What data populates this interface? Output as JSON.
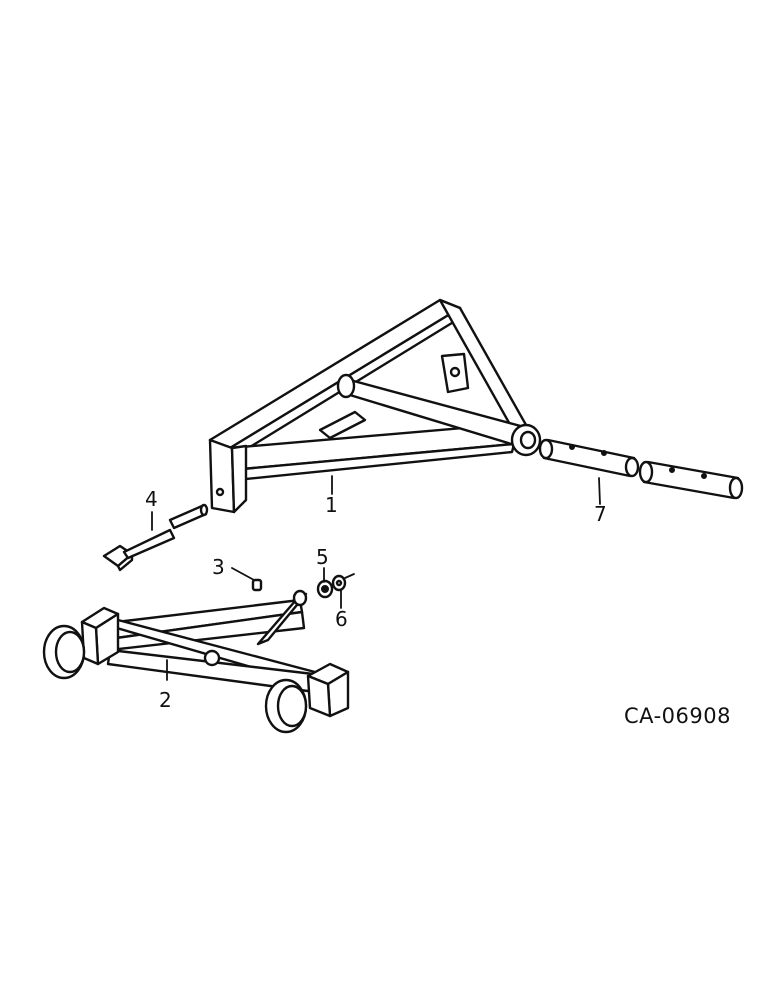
{
  "diagram": {
    "reference_code": "CA-06908",
    "callouts": [
      {
        "id": "1",
        "label": "1"
      },
      {
        "id": "2",
        "label": "2"
      },
      {
        "id": "3",
        "label": "3"
      },
      {
        "id": "4",
        "label": "4"
      },
      {
        "id": "5",
        "label": "5"
      },
      {
        "id": "6",
        "label": "6"
      },
      {
        "id": "7",
        "label": "7"
      }
    ]
  }
}
